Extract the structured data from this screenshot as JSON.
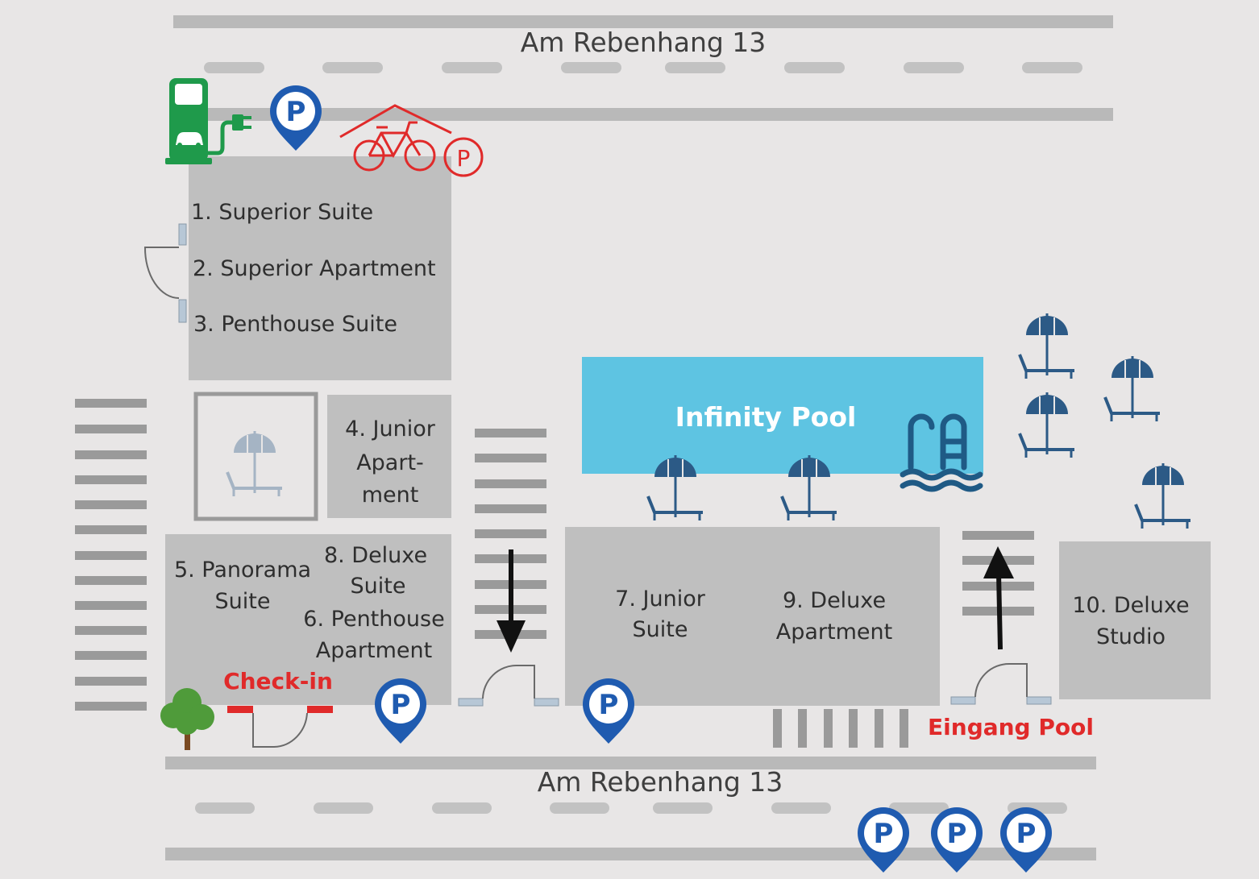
{
  "streets": {
    "top": "Am Rebenhang 13",
    "bottom": "Am Rebenhang 13"
  },
  "buildings": {
    "main": [
      "1. Superior Suite",
      "2. Superior Apartment",
      "3. Penthouse Suite"
    ],
    "junior_apartment": [
      "4. Junior",
      "Apart-",
      "ment"
    ],
    "panorama": [
      "5. Panorama",
      "Suite"
    ],
    "deluxe_suite": [
      "8. Deluxe",
      "Suite"
    ],
    "penthouse_apartment": [
      "6. Penthouse",
      "Apartment"
    ],
    "junior_suite": [
      "7. Junior",
      "Suite"
    ],
    "deluxe_apartment": [
      "9. Deluxe",
      "Apartment"
    ],
    "deluxe_studio": [
      "10. Deluxe",
      "Studio"
    ]
  },
  "pool": {
    "label": "Infinity Pool"
  },
  "labels": {
    "checkin": "Check-in",
    "pool_entrance": "Eingang Pool"
  },
  "parking": {
    "letter": "P"
  },
  "colors": {
    "background": "#e8e6e6",
    "road": "#b9b9b9",
    "building": "#bfbfbf",
    "pool": "#5ec4e2",
    "parking_blue": "#1f5bb0",
    "umbrella_blue": "#2c5a86",
    "bike_red": "#e02a2a",
    "charger_green": "#1f9a4b",
    "tree_green": "#4f9b3a"
  },
  "icons": [
    "ev-charger-icon",
    "bike-parking-icon",
    "parking-pin-icon",
    "umbrella-lounger-icon",
    "pool-ladder-icon",
    "tree-icon",
    "arrow-icon",
    "door-icon"
  ]
}
